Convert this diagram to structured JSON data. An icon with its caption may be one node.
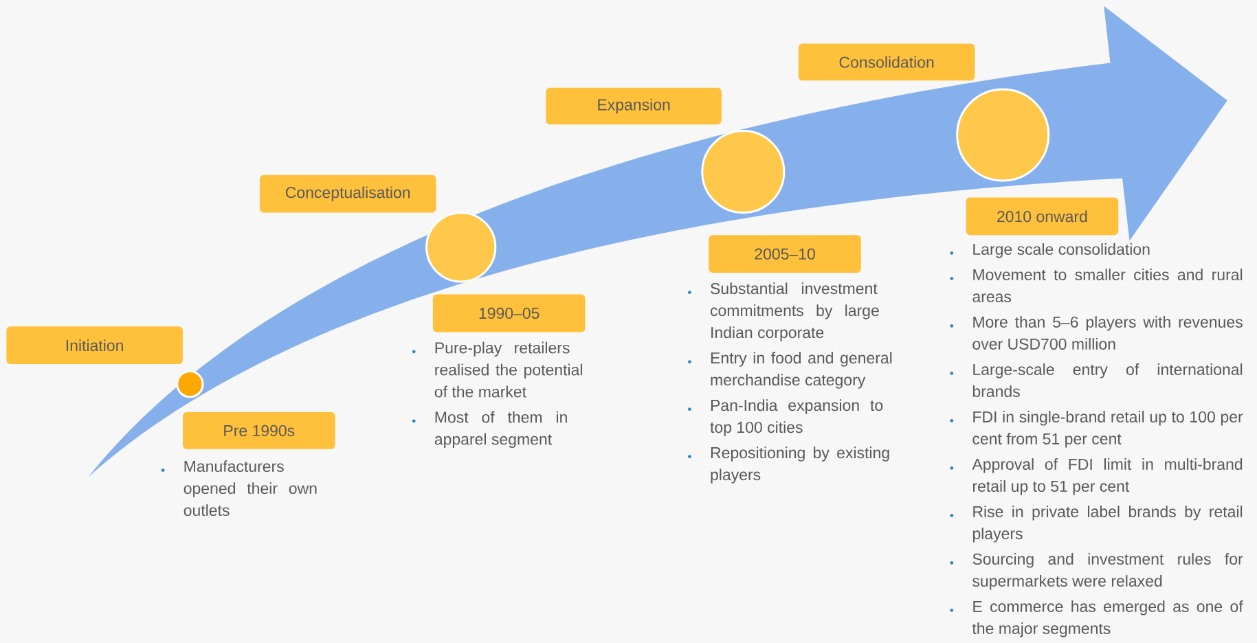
{
  "diagram": {
    "nodes": [
      {
        "text": [
          "Initiation"
        ]
      },
      {
        "text": [],
        "shape": "circle"
      },
      {
        "text": [
          "Pre 1990s"
        ],
        "beside": [
          "Manufacturers opened their own outlets"
        ]
      },
      {
        "text": [
          "Conceptualisation"
        ]
      },
      {
        "text": [],
        "shape": "circle"
      },
      {
        "text": [
          "1990–05"
        ],
        "beside": [
          "Pure-play retailers realised the potential of the market",
          "Most of them in apparel segment"
        ]
      },
      {
        "text": [
          "Expansion"
        ]
      },
      {
        "text": [],
        "shape": "circle"
      },
      {
        "text": [
          "2005–10"
        ],
        "beside": [
          "Substantial investment commitments by large Indian corporate",
          "Entry in food and general merchandise category",
          "Pan-India expansion to top 100 cities",
          "Repositioning by existing players"
        ]
      },
      {
        "text": [
          "Consolidation"
        ]
      },
      {
        "text": [],
        "shape": "circle"
      },
      {
        "text": [
          "2010 onward"
        ],
        "beside": [
          "Large scale consolidation",
          "Movement to smaller cities and rural areas",
          "More than 5–6 players with revenues over USD700 million",
          "Large-scale entry of international brands",
          "FDI in single-brand retail up to 100 per cent from 51 per cent",
          "Approval of FDI limit in multi-brand retail up to 51 per cent",
          "Rise in private label brands by retail players",
          "Sourcing and investment rules for supermarkets were relaxed",
          "E commerce has emerged as one of the major segments"
        ]
      }
    ]
  }
}
